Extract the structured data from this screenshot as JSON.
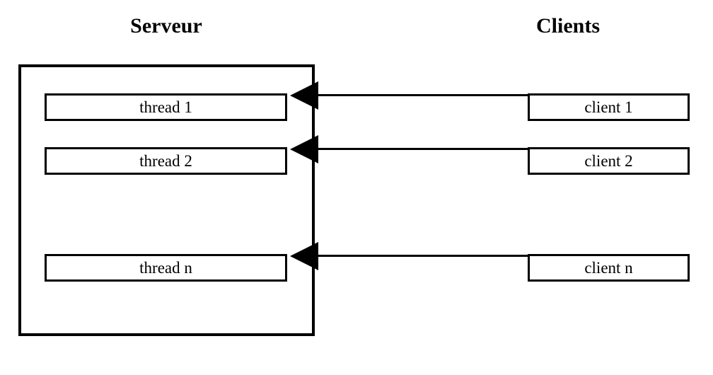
{
  "diagram": {
    "title_left": "Serveur",
    "title_right": "Clients",
    "server": {
      "label": "Serveur",
      "threads": [
        {
          "label": "thread 1"
        },
        {
          "label": "thread 2"
        },
        {
          "label": "thread n"
        }
      ]
    },
    "clients": {
      "label": "Clients",
      "items": [
        {
          "label": "client 1"
        },
        {
          "label": "client 2"
        },
        {
          "label": "client n"
        }
      ]
    },
    "connections": [
      {
        "from": "client 1",
        "to": "thread 1",
        "direction": "right-to-left",
        "arrow": "filled-triangle"
      },
      {
        "from": "client 2",
        "to": "thread 2",
        "direction": "right-to-left",
        "arrow": "filled-triangle"
      },
      {
        "from": "client n",
        "to": "thread n",
        "direction": "right-to-left",
        "arrow": "filled-triangle"
      }
    ],
    "colors": {
      "background": "#ffffff",
      "stroke": "#000000",
      "text": "#000000"
    }
  }
}
